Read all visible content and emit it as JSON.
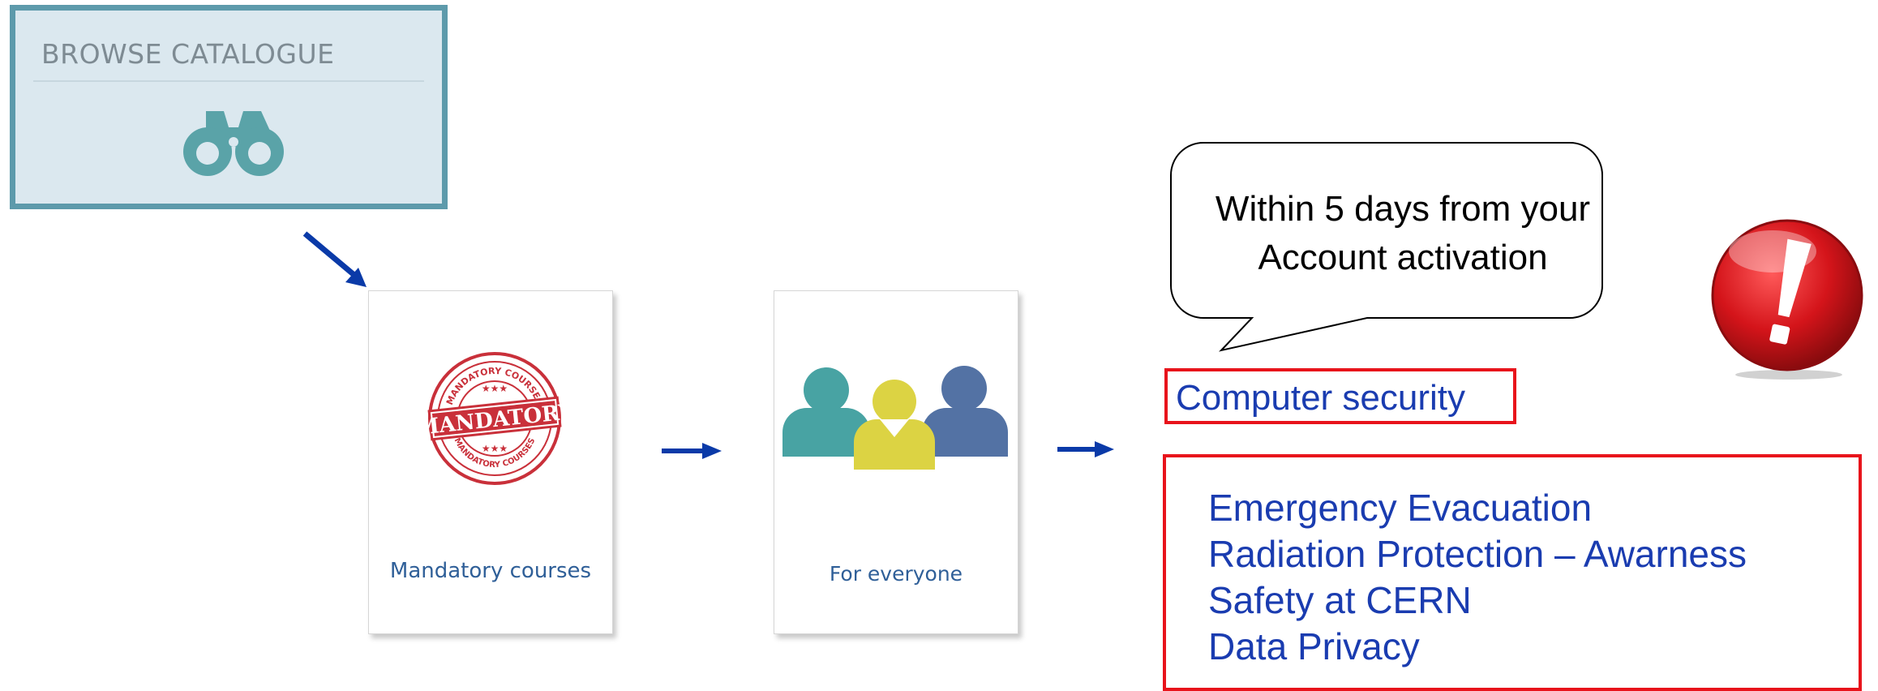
{
  "browse": {
    "title": "BROWSE CATALOGUE",
    "icon": "binoculars-icon"
  },
  "cards": {
    "mandatory": {
      "label": "Mandatory courses",
      "image_icon": "mandatory-stamp-icon",
      "stamp_main": "MANDATORY",
      "stamp_ring_top": "MANDATORY COURSES",
      "stamp_ring_bottom": "MANDATORY COURSES"
    },
    "everyone": {
      "label": "For everyone",
      "image_icon": "people-group-icon"
    }
  },
  "callout": {
    "line1": "Within 5 days from your",
    "line2": "Account activation"
  },
  "security": {
    "label": "Computer security"
  },
  "courses": [
    "Emergency Evacuation",
    "Radiation Protection – Awarness",
    "Safety at CERN",
    "Data Privacy"
  ],
  "colors": {
    "browse_border": "#5d9aab",
    "browse_bg": "#dbe8ef",
    "link_blue": "#1a3cb0",
    "highlight_red": "#e8131b",
    "arrow_blue": "#0a3aa8",
    "alert_red": "#d4141a"
  }
}
